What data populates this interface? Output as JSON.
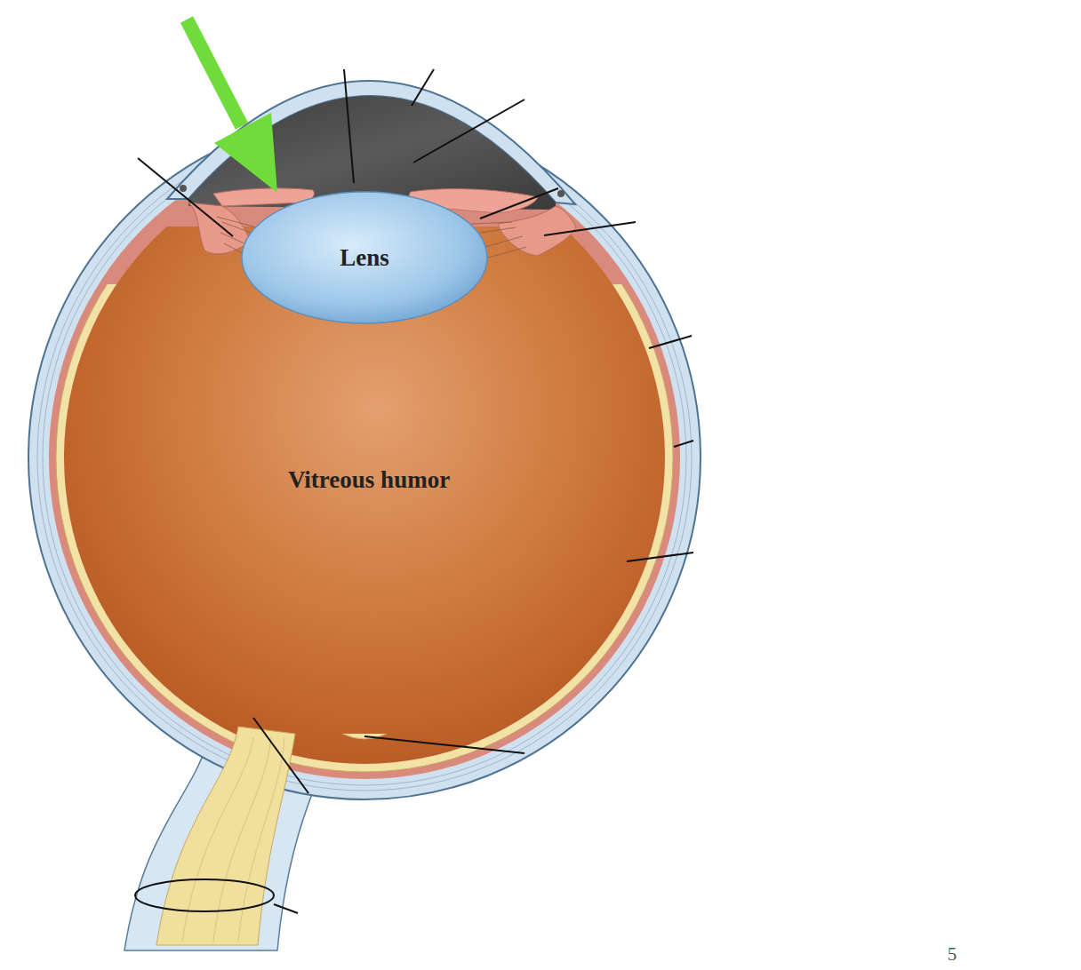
{
  "diagram": {
    "labels": [
      "Lens",
      "Vitreous humor",
      "5"
    ]
  }
}
